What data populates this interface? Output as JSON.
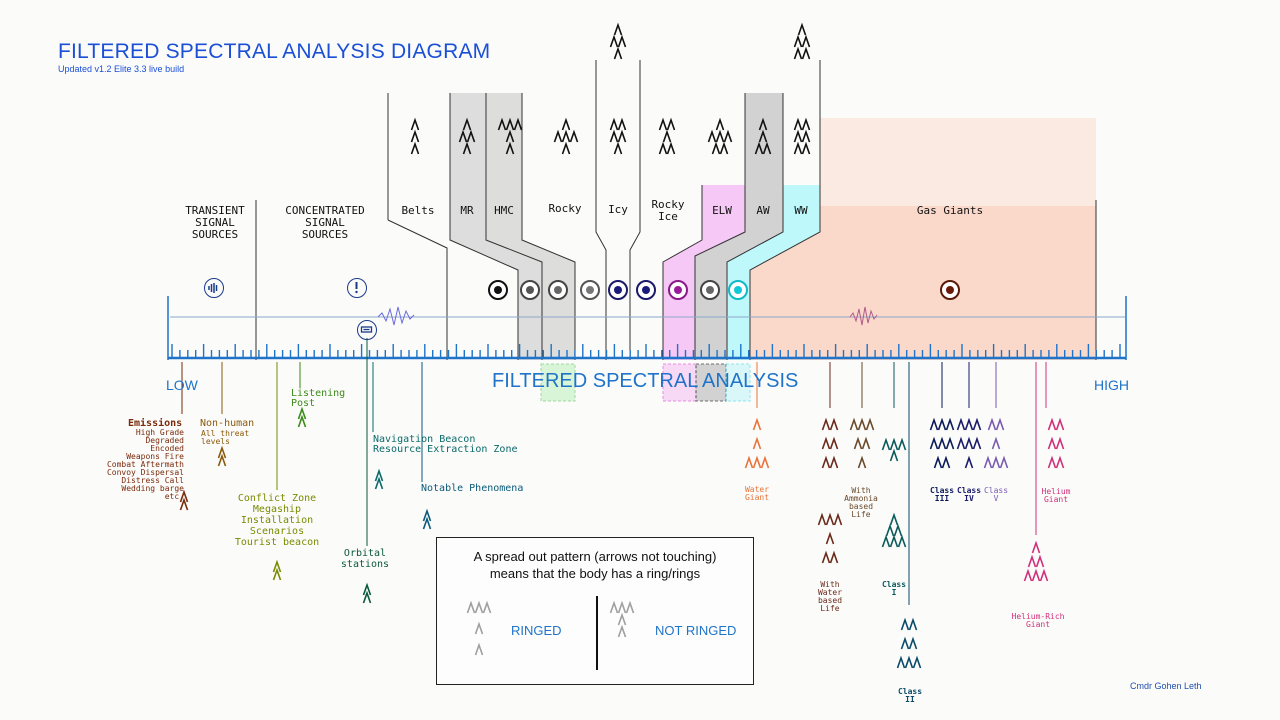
{
  "title": "FILTERED SPECTRAL ANALYSIS DIAGRAM",
  "subtitle": "Updated v1.2 Elite 3.3 live build",
  "axis": {
    "label": "FILTERED SPECTRAL ANALYSIS",
    "low": "LOW",
    "high": "HIGH"
  },
  "headers": {
    "transient": "TRANSIENT SIGNAL SOURCES",
    "concentrated": "CONCENTRATED SIGNAL SOURCES",
    "belts": "Belts",
    "mr": "MR",
    "hmc": "HMC",
    "rocky": "Rocky",
    "icy": "Icy",
    "rocky_ice": "Rocky Ice",
    "elw": "ELW",
    "aw": "AW",
    "ww": "WW",
    "gas": "Gas Giants"
  },
  "signals": {
    "emissions_title": "Emissions",
    "emissions_list": [
      "High Grade",
      "Degraded",
      "Encoded",
      "Weapons Fire",
      "Combat Aftermath",
      "Convoy Dispersal",
      "Distress Call",
      "Wedding barge",
      "etc."
    ],
    "nonhuman_title": "Non-human",
    "nonhuman_sub": [
      "All threat",
      "levels"
    ],
    "listening": [
      "Listening",
      "Post"
    ],
    "conflict": [
      "Conflict Zone",
      "Megaship",
      "Installation",
      "Scenarios",
      "Tourist beacon"
    ],
    "nav": [
      "Navigation Beacon",
      "Resource Extraction Zone"
    ],
    "notable": "Notable Phenomena",
    "orbital": [
      "Orbital",
      "stations"
    ]
  },
  "gas_labels": {
    "water_giant": [
      "Water",
      "Giant"
    ],
    "water_life": [
      "With",
      "Water",
      "based",
      "Life"
    ],
    "ammonia_life": [
      "With",
      "Ammonia",
      "based",
      "Life"
    ],
    "class1": [
      "Class",
      "I"
    ],
    "class2": [
      "Class",
      "II"
    ],
    "class3": [
      "Class",
      "III"
    ],
    "class4": [
      "Class",
      "IV"
    ],
    "class5": [
      "Class",
      "V"
    ],
    "helium_giant": [
      "Helium",
      "Giant"
    ],
    "helium_rich": [
      "Helium-Rich",
      "Giant"
    ]
  },
  "legend": {
    "text": [
      "A spread out pattern (arrows not touching)",
      "means that the body has a ring/rings"
    ],
    "ringed": "RINGED",
    "not_ringed": "NOT RINGED"
  },
  "credit": "Cmdr Gohen Leth",
  "colors": {
    "title": "#1a4fd6",
    "axis": "#1f73c9",
    "emissions": "#7a2a0a",
    "nonhuman": "#8a5a0a",
    "listening": "#3c8a1a",
    "conflict": "#7a8a00",
    "nav": "#0a6a6a",
    "orbital": "#0a5a3a",
    "water_giant": "#e8743a",
    "water_life": "#6a2a1a",
    "ammonia_life": "#6a4a2a",
    "class1": "#0a5a5a",
    "class2": "#0a4a6a",
    "class3": "#0a1a5a",
    "class4": "#1a1a6a",
    "class5": "#7a5ab0",
    "helium": "#d0307a",
    "elw": "#d020d0",
    "ww": "#20d0e0",
    "gas": "#f08050"
  }
}
